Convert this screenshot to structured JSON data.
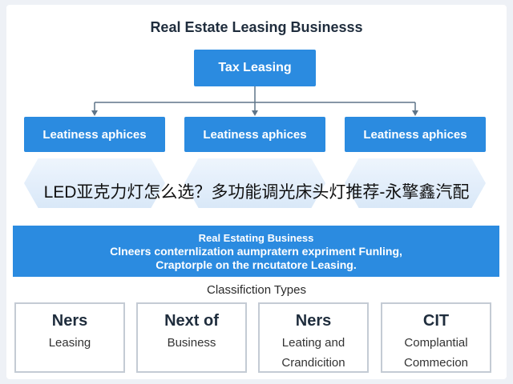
{
  "title": "Real Estate Leasing Businesss",
  "top_node": {
    "label": "Tax Leasing"
  },
  "mid_nodes": [
    {
      "label": "Leatiness aphices"
    },
    {
      "label": "Leatiness aphices"
    },
    {
      "label": "Leatiness aphices"
    }
  ],
  "overlay_text": "LED亚克力灯怎么选？多功能调光床头灯推荐-永擎鑫汽配",
  "description_box": {
    "heading": "Real Estating Business",
    "line1": "Clneers conternlization aumpratern expriment Funling,",
    "line2": "Craptorple on the rncutatore Leasing."
  },
  "section_label": "Classifiction Types",
  "type_cards": [
    {
      "title": "Ners",
      "sub1": "Leasing",
      "sub2": ""
    },
    {
      "title": "Next of",
      "sub1": "Business",
      "sub2": ""
    },
    {
      "title": "Ners",
      "sub1": "Leating and",
      "sub2": "Crandicition"
    },
    {
      "title": "CIT",
      "sub1": "Complantial",
      "sub2": "Commecion"
    }
  ],
  "colors": {
    "node_fill": "#2b8be0",
    "connector": "#5e7488",
    "card_border": "#c4cbd4"
  }
}
